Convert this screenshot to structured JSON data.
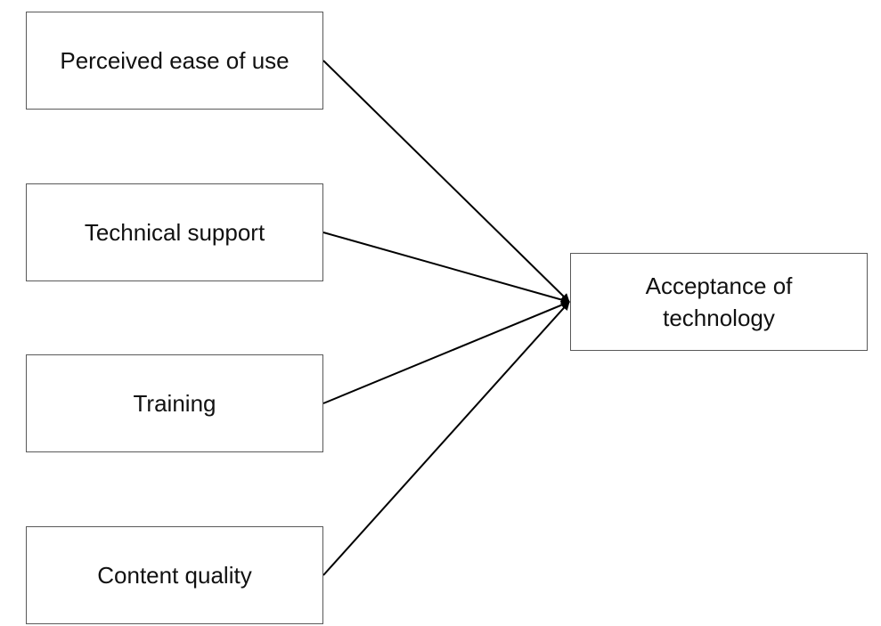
{
  "diagram": {
    "nodes": {
      "ease": {
        "label": "Perceived ease of use"
      },
      "support": {
        "label": "Technical support"
      },
      "training": {
        "label": "Training"
      },
      "content": {
        "label": "Content quality"
      },
      "acceptance": {
        "label_line1": "Acceptance of",
        "label_line2": "technology"
      }
    },
    "edges": [
      {
        "from": "ease",
        "to": "acceptance"
      },
      {
        "from": "support",
        "to": "acceptance"
      },
      {
        "from": "training",
        "to": "acceptance"
      },
      {
        "from": "content",
        "to": "acceptance"
      }
    ],
    "colors": {
      "line": "#000000",
      "border": "#595959",
      "text": "#111111"
    }
  }
}
